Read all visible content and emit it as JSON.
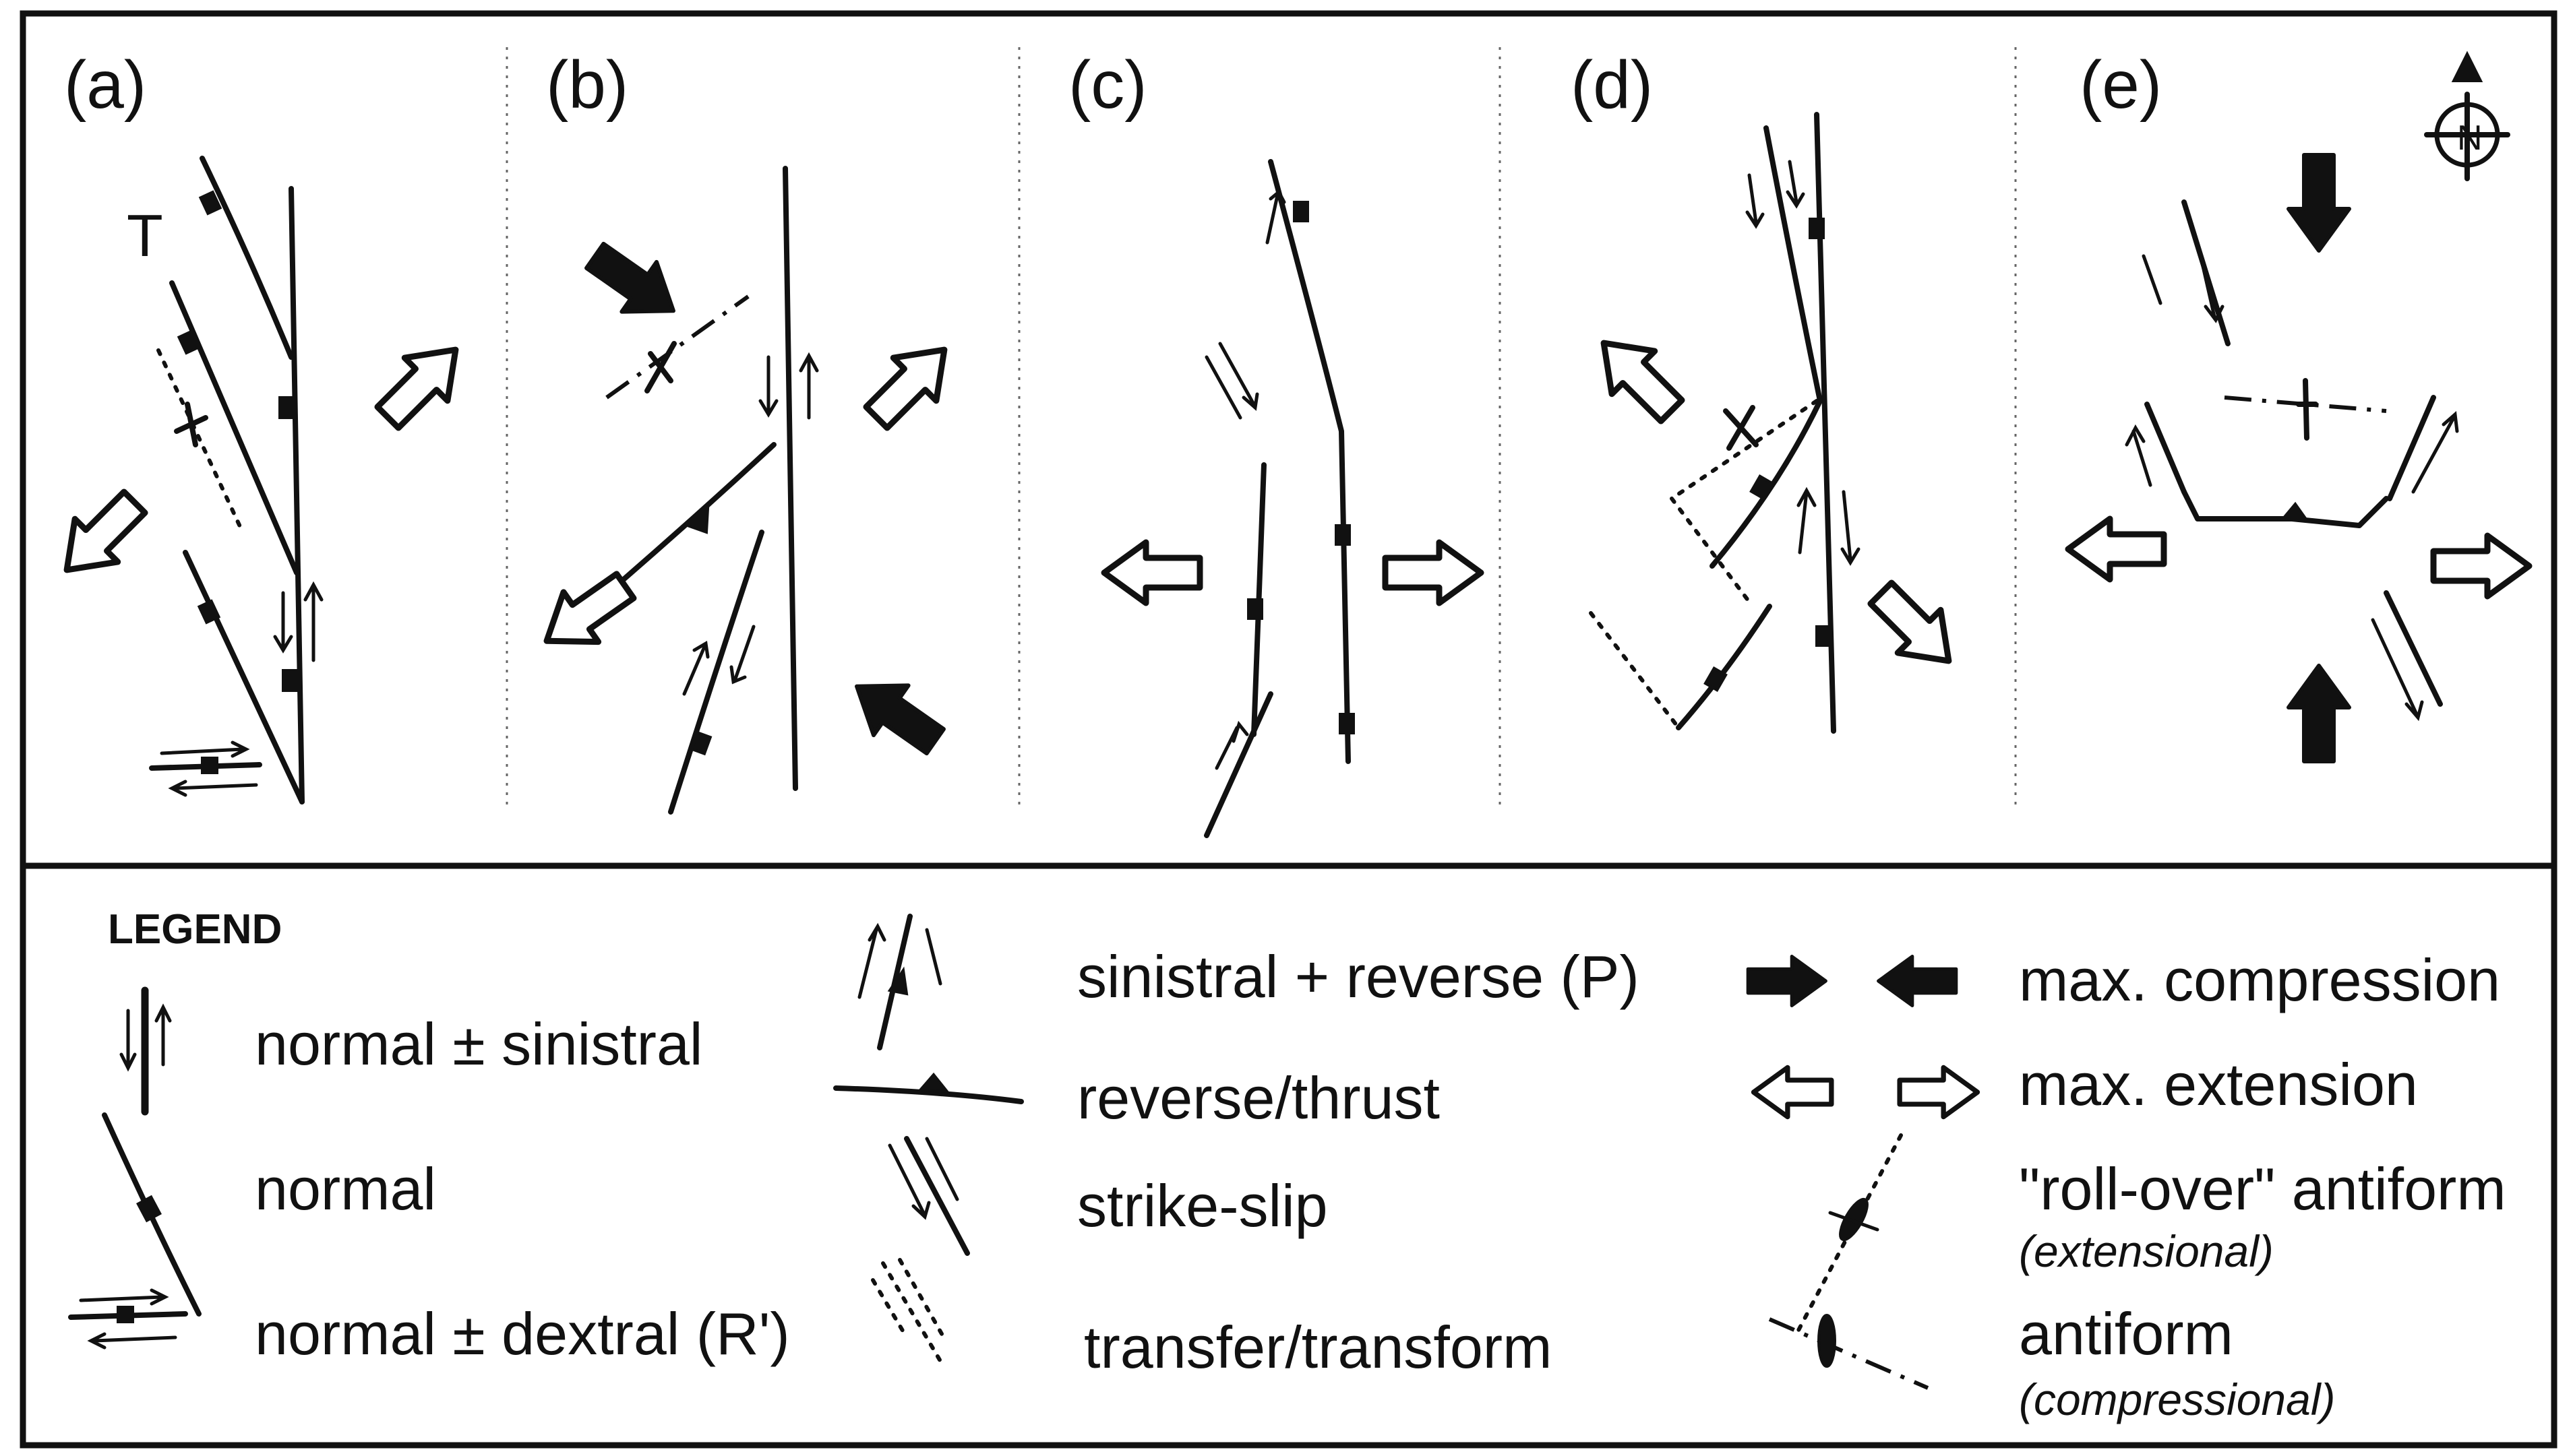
{
  "panels": [
    {
      "id": "a",
      "label": "(a)"
    },
    {
      "id": "b",
      "label": "(b)"
    },
    {
      "id": "c",
      "label": "(c)"
    },
    {
      "id": "d",
      "label": "(d)"
    },
    {
      "id": "e",
      "label": "(e)"
    }
  ],
  "panel_a_mark": "T",
  "compass_letter": "N",
  "legend": {
    "title": "LEGEND",
    "col1": [
      {
        "label": "normal ± sinistral"
      },
      {
        "label": "normal"
      },
      {
        "label": "normal ± dextral (R')"
      }
    ],
    "col2": [
      {
        "label": "sinistral + reverse (P)"
      },
      {
        "label": "reverse/thrust"
      },
      {
        "label": "strike-slip"
      },
      {
        "label": "transfer/transform"
      }
    ],
    "col3": [
      {
        "label": "max.  compression"
      },
      {
        "label": "max. extension"
      },
      {
        "label": "\"roll-over\" antiform",
        "sublabel": "(extensional)"
      },
      {
        "label": "antiform",
        "sublabel": "(compressional)"
      }
    ]
  }
}
